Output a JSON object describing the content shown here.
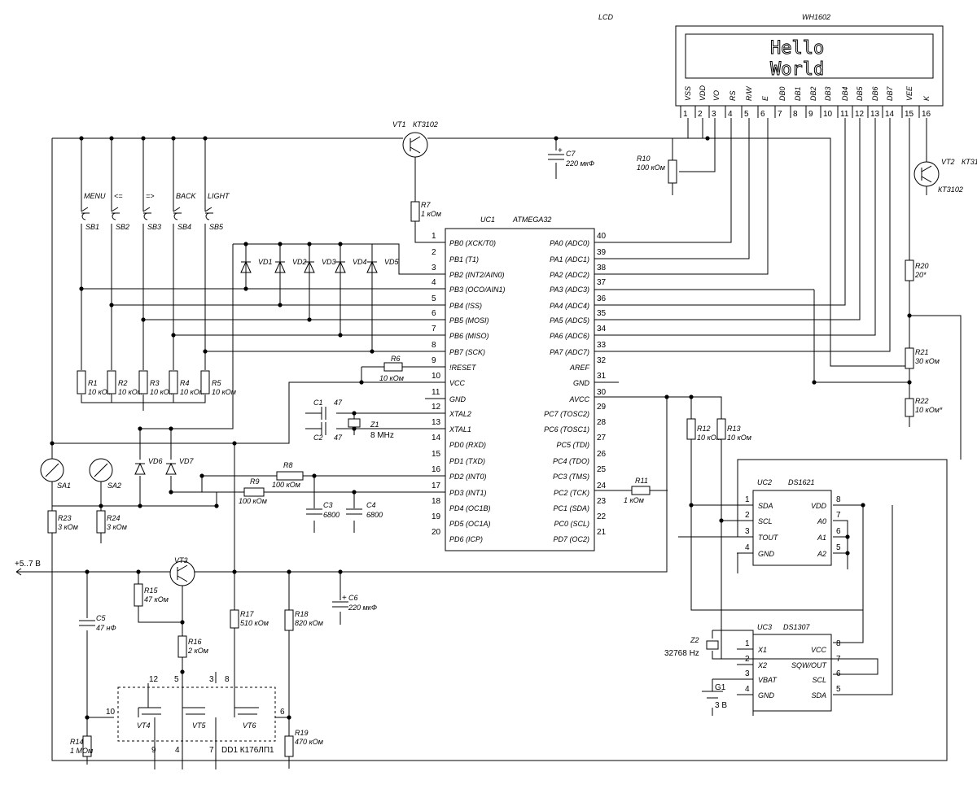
{
  "lcd": {
    "label": "LCD",
    "model": "WH1602",
    "line1": "Hello",
    "line2": "World",
    "pins": [
      "VSS",
      "VDD",
      "VO",
      "RS",
      "R/W",
      "E",
      "DB0",
      "DB1",
      "DB2",
      "DB3",
      "DB4",
      "DB5",
      "DB6",
      "DB7",
      "VEE",
      "K"
    ],
    "pin_numbers": [
      "1",
      "2",
      "3",
      "4",
      "5",
      "6",
      "7",
      "8",
      "9",
      "10",
      "11",
      "12",
      "13",
      "14",
      "15",
      "16"
    ]
  },
  "mcu": {
    "ref": "UC1",
    "model": "ATMEGA32",
    "left_pins": [
      {
        "n": "1",
        "name": "PB0 (XCK/T0)"
      },
      {
        "n": "2",
        "name": "PB1 (T1)"
      },
      {
        "n": "3",
        "name": "PB2 (INT2/AIN0)"
      },
      {
        "n": "4",
        "name": "PB3 (OCO/AIN1)"
      },
      {
        "n": "5",
        "name": "PB4 (!SS)"
      },
      {
        "n": "6",
        "name": "PB5 (MOSI)"
      },
      {
        "n": "7",
        "name": "PB6 (MISO)"
      },
      {
        "n": "8",
        "name": "PB7 (SCK)"
      },
      {
        "n": "9",
        "name": "!RESET"
      },
      {
        "n": "10",
        "name": "VCC"
      },
      {
        "n": "11",
        "name": "GND"
      },
      {
        "n": "12",
        "name": "XTAL2"
      },
      {
        "n": "13",
        "name": "XTAL1"
      },
      {
        "n": "14",
        "name": "PD0 (RXD)"
      },
      {
        "n": "15",
        "name": "PD1 (TXD)"
      },
      {
        "n": "16",
        "name": "PD2 (INT0)"
      },
      {
        "n": "17",
        "name": "PD3 (INT1)"
      },
      {
        "n": "18",
        "name": "PD4 (OC1B)"
      },
      {
        "n": "19",
        "name": "PD5 (OC1A)"
      },
      {
        "n": "20",
        "name": "PD6 (ICP)"
      }
    ],
    "right_pins": [
      {
        "n": "40",
        "name": "PA0 (ADC0)"
      },
      {
        "n": "39",
        "name": "PA1 (ADC1)"
      },
      {
        "n": "38",
        "name": "PA2 (ADC2)"
      },
      {
        "n": "37",
        "name": "PA3 (ADC3)"
      },
      {
        "n": "36",
        "name": "PA4 (ADC4)"
      },
      {
        "n": "35",
        "name": "PA5 (ADC5)"
      },
      {
        "n": "34",
        "name": "PA6 (ADC6)"
      },
      {
        "n": "33",
        "name": "PA7 (ADC7)"
      },
      {
        "n": "32",
        "name": "AREF"
      },
      {
        "n": "31",
        "name": "GND"
      },
      {
        "n": "30",
        "name": "AVCC"
      },
      {
        "n": "29",
        "name": "PC7 (TOSC2)"
      },
      {
        "n": "28",
        "name": "PC6 (TOSC1)"
      },
      {
        "n": "27",
        "name": "PC5 (TDI)"
      },
      {
        "n": "26",
        "name": "PC4 (TDO)"
      },
      {
        "n": "25",
        "name": "PC3 (TMS)"
      },
      {
        "n": "24",
        "name": "PC2 (TCK)"
      },
      {
        "n": "23",
        "name": "PC1 (SDA)"
      },
      {
        "n": "22",
        "name": "PC0 (SCL)"
      },
      {
        "n": "21",
        "name": "PD7 (OC2)"
      }
    ]
  },
  "uc2": {
    "ref": "UC2",
    "model": "DS1621",
    "left": [
      {
        "n": "1",
        "name": "SDA"
      },
      {
        "n": "2",
        "name": "SCL"
      },
      {
        "n": "3",
        "name": "TOUT"
      },
      {
        "n": "4",
        "name": "GND"
      }
    ],
    "right": [
      {
        "n": "8",
        "name": "VDD"
      },
      {
        "n": "7",
        "name": "A0"
      },
      {
        "n": "6",
        "name": "A1"
      },
      {
        "n": "5",
        "name": "A2"
      }
    ]
  },
  "uc3": {
    "ref": "UC3",
    "model": "DS1307",
    "left": [
      {
        "n": "1",
        "name": "X1"
      },
      {
        "n": "2",
        "name": "X2"
      },
      {
        "n": "3",
        "name": "VBAT"
      },
      {
        "n": "4",
        "name": "GND"
      }
    ],
    "right": [
      {
        "n": "8",
        "name": "VCC"
      },
      {
        "n": "7",
        "name": "SQW/OUT"
      },
      {
        "n": "6",
        "name": "SCL"
      },
      {
        "n": "5",
        "name": "SDA"
      }
    ]
  },
  "buttons": [
    {
      "ref": "SB1",
      "label": "MENU"
    },
    {
      "ref": "SB2",
      "label": "<="
    },
    {
      "ref": "SB3",
      "label": "=>"
    },
    {
      "ref": "SB4",
      "label": "BACK"
    },
    {
      "ref": "SB5",
      "label": "LIGHT"
    }
  ],
  "resistors": {
    "R1": [
      "R1",
      "10 кОм"
    ],
    "R2": [
      "R2",
      "10 кОм"
    ],
    "R3": [
      "R3",
      "10 кОм"
    ],
    "R4": [
      "R4",
      "10 кОм"
    ],
    "R5": [
      "R5",
      "10 кОм"
    ],
    "R6": [
      "R6",
      "10 кОм"
    ],
    "R7": [
      "R7",
      "1 кОм"
    ],
    "R8": [
      "R8",
      "100 кОм"
    ],
    "R9": [
      "R9",
      "100 кОм"
    ],
    "R10": [
      "R10",
      "100 кОм"
    ],
    "R11": [
      "R11",
      "1 кОм"
    ],
    "R12": [
      "R12",
      "10 кОм"
    ],
    "R13": [
      "R13",
      "10 кОм"
    ],
    "R14": [
      "R14",
      "1 МОм"
    ],
    "R15": [
      "R15",
      "47 кОм"
    ],
    "R16": [
      "R16",
      "2 кОм"
    ],
    "R17": [
      "R17",
      "510 кОм"
    ],
    "R18": [
      "R18",
      "820 кОм"
    ],
    "R19": [
      "R19",
      "470 кОм"
    ],
    "R20": [
      "R20",
      "20*"
    ],
    "R21": [
      "R21",
      "30 кОм"
    ],
    "R22": [
      "R22",
      "10 кОм*"
    ],
    "R23": [
      "R23",
      "3 кОм"
    ],
    "R24": [
      "R24",
      "3 кОм"
    ]
  },
  "caps": {
    "C1": [
      "C1",
      "47"
    ],
    "C2": [
      "C2",
      "47"
    ],
    "C3": [
      "C3",
      "6800"
    ],
    "C4": [
      "C4",
      "6800"
    ],
    "C5": [
      "C5",
      "47 нФ"
    ],
    "C6": [
      "C6",
      "220 мкФ"
    ],
    "C7": [
      "C7",
      "220 мкФ"
    ]
  },
  "transistors": {
    "VT1": [
      "VT1",
      "КТ3102"
    ],
    "VT2": [
      "VT2",
      "КТ3102"
    ],
    "VT3": [
      "VT3",
      ""
    ]
  },
  "diodes": [
    "VD1",
    "VD2",
    "VD3",
    "VD4",
    "VD5",
    "VD6",
    "VD7"
  ],
  "sensors": [
    "SA1",
    "SA2"
  ],
  "crystals": {
    "Z1": [
      "Z1",
      "8 MHz"
    ],
    "Z2": [
      "Z2",
      "32768 Hz"
    ]
  },
  "battery": [
    "G1",
    "3 В"
  ],
  "supply": "+5..7 В",
  "dd1": {
    "label": "DD1  К176ЛП1",
    "tr": [
      "VT4",
      "VT5",
      "VT6"
    ],
    "pins": [
      "10",
      "12",
      "5",
      "3",
      "8",
      "6",
      "9",
      "4",
      "7"
    ]
  }
}
